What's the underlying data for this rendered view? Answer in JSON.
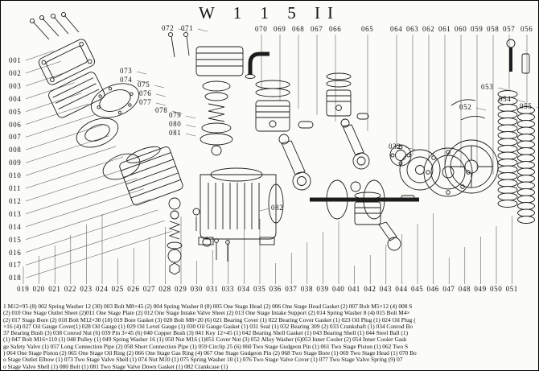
{
  "title": "W 1 1 5 II",
  "callouts": {
    "left": [
      "001",
      "002",
      "003",
      "004",
      "005",
      "006",
      "007",
      "008",
      "009",
      "010",
      "011",
      "012",
      "013",
      "014",
      "015",
      "016",
      "017",
      "018"
    ],
    "top": [
      "070",
      "069",
      "068",
      "067",
      "066",
      "065",
      "064",
      "063",
      "062",
      "061",
      "060",
      "059",
      "058",
      "057",
      "056"
    ],
    "bottom": [
      "019",
      "020",
      "021",
      "022",
      "023",
      "024",
      "025",
      "026",
      "027",
      "028",
      "029",
      "030",
      "031",
      "033",
      "034",
      "035",
      "036",
      "037",
      "038",
      "039",
      "040",
      "041",
      "042",
      "043",
      "044",
      "045",
      "046",
      "047",
      "048",
      "049",
      "050",
      "051"
    ],
    "floats": [
      "072",
      "071",
      "073",
      "074",
      "075",
      "076",
      "077",
      "078",
      "079",
      "080",
      "081",
      "082",
      "032",
      "052",
      "053",
      "054",
      "055"
    ]
  },
  "parts_list": {
    "lines": [
      "1 M12×95 (8) 002 Spring Washer 12 (30) 003 Bolt M8×45 (2) 004 Spring Washer 8 (8) 005 One Stage Head (2) 006 One Stage Head Gasket (2) 007 Bolt M5×12 (4) 008 S",
      "(2) 010 One Stage Outlet Sheet (2)011 One Stage Plate (2) 012 One Stage Intake Valve Sheet (2) 013 One Stage Intake Support (2) 014 Spring Washer 8 (4) 015 Bolt M4×",
      "(2) 017 Stage Bore (2) 018 Bolt M12×30 (18) 019 Bore Gasket (3) 020 Bolt M8×20 (6) 021 Bearing Cover (1) 022 Bearing Cover Gasket (1) 023 Oil Plug (1) 024 Oil Plug (",
      "×16 (4) 027 Oil Gauge Cover(1) 028 Oil Gauge (1) 029 Oil Level Gauge (1) 030 Oil Gauge Gasket (1) 031 Seal (1) 032 Bearing 309 (2) 033 Crankshaft (1) 034 Conrod Bo",
      "37 Bearing Bush (3) 038 Conrod Nut (6) 039 Pin 3×45 (6) 040 Copper Bush (3) 041 Key 12×45 (1) 042 Bearing Shell Gasket (1) 043 Bearing Shell (1) 044 Steel Ball (1)",
      "(1) 047 Bolt M16×110 (1) 048 Pulley (1) 049 Spring Washer 16 (1) 050 Nut M16 (1)051 Cover Nut (3) 052 Alloy Washer (6)053 Inner Cooler (2) 054 Inner Cooler Gask",
      "ge Safety Valve (1) 057 Long Connection Pipe (2) 058 Short Connection Pipe (1) 059 Circlip 25 (6) 060 Two Stage Gudgeon Pin (1) 061 Two Stage Piston (1) 062 Two S",
      ") 064 One Stage Piston (2) 065 One Stage Oil Ring (2) 066 One Stage Gas Ring (4) 067 One Stage Gudgeon Pin (2) 068 Two Stage Bore (1) 069 Two Stage Head (1) 070 Bo",
      "o Stage Outlet Elbow (1) 073 Two Stage Valve Shell (1) 074 Nut M10 (1) 075 Spring Washer 10 (1) 076 Two Stage Valve Cover (1) 077 Two Stage Valve Spring (9) 07",
      "o Stage Valve Shell (1) 080 Bolt (1) 081 Two Stage Valve Down Gasket (1) 082 Crankcase (1)"
    ]
  }
}
